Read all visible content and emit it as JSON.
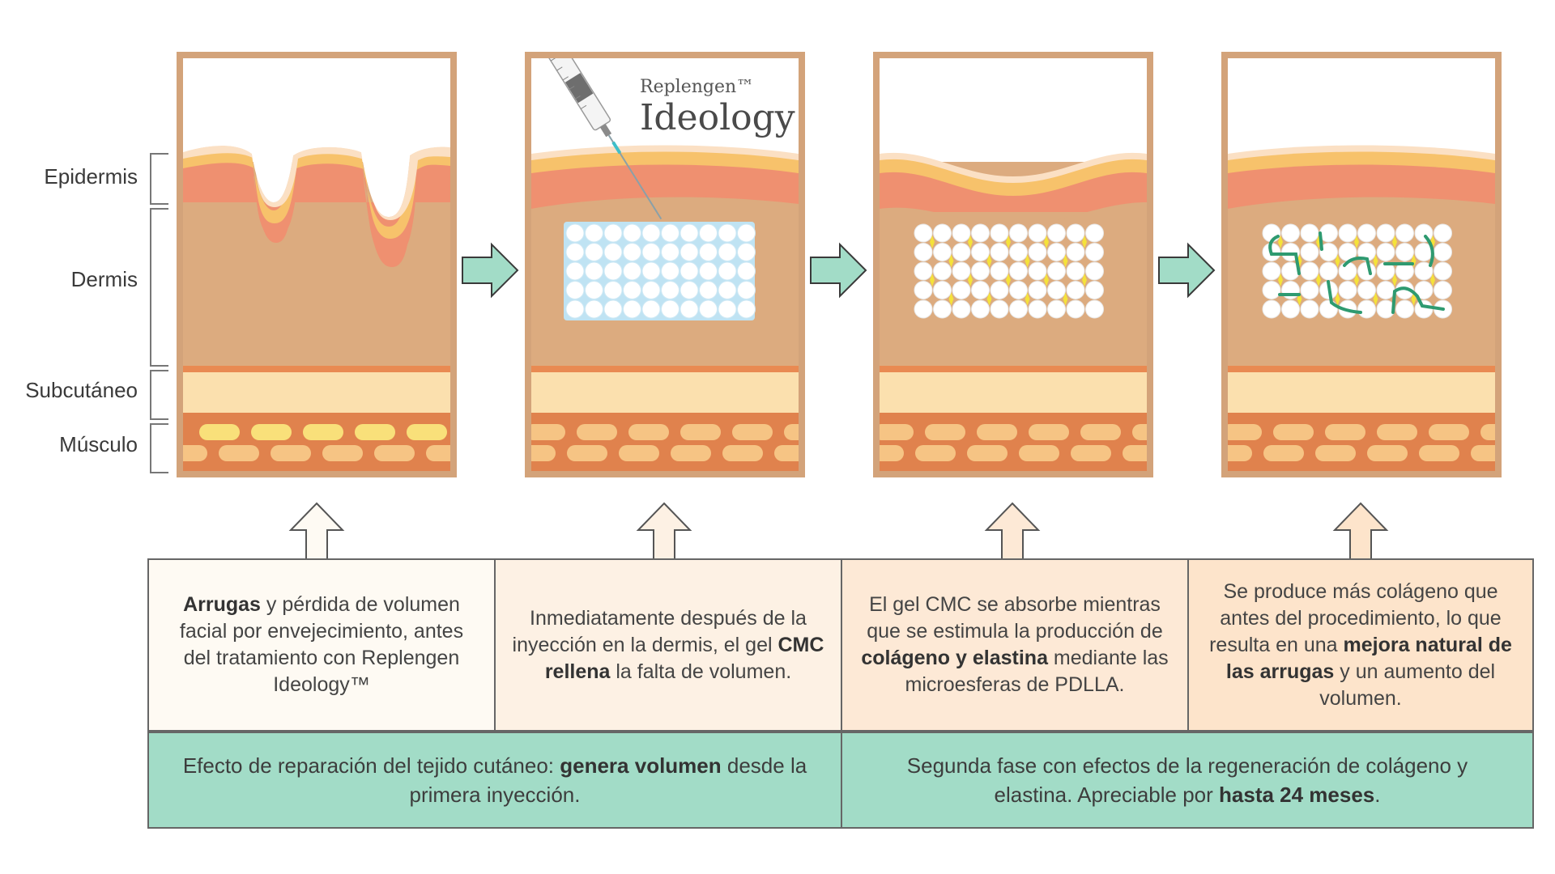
{
  "layers": [
    "Epidermis",
    "Dermis",
    "Subcutáneo",
    "Músculo"
  ],
  "brand": {
    "line1": "Replengen",
    "tm": "™",
    "line2": "Ideology"
  },
  "colors": {
    "frame": "#d3a37a",
    "sky": "#ffffff",
    "epidermis_light": "#fbe0c4",
    "epidermis_yellow": "#f7c26b",
    "epidermis_pink": "#ef9070",
    "dermis": "#dcab7f",
    "subcutaneous": "#fbe0ae",
    "muscle_line": "#e98a52",
    "muscle_bg": "#e0824d",
    "muscle_cell": "#f6c484",
    "muscle_cell_yellow": "#f9e07a",
    "gel_bg": "#bfe3f3",
    "collagen": "#f5e23a",
    "elastin": "#2e9a70",
    "arrow_fill": "#a2dcc7",
    "arrow_stroke": "#3a3a3a",
    "desc_bg_1": "#fefaf3",
    "desc_bg_2": "#fdf1e4",
    "desc_bg_3": "#fde9d6",
    "desc_bg_4": "#fde4cb",
    "bottom_bg": "#a2dcc7"
  },
  "descriptions": [
    {
      "parts": [
        {
          "b": "Arrugas"
        },
        {
          "t": " y pérdida de volumen facial por envejecimiento, antes del tratamiento con Replengen Ideology™"
        }
      ]
    },
    {
      "parts": [
        {
          "t": "Inmediatamente después de la inyección en la dermis, el gel "
        },
        {
          "b": "CMC rellena"
        },
        {
          "t": " la falta de volumen."
        }
      ]
    },
    {
      "parts": [
        {
          "t": "El gel CMC se absorbe mientras que se estimula la producción de "
        },
        {
          "b": "colágeno y elastina"
        },
        {
          "t": " mediante las microesferas de PDLLA."
        }
      ]
    },
    {
      "parts": [
        {
          "t": "Se produce más colágeno que antes del procedimiento, lo que resulta en una "
        },
        {
          "b": "mejora natural de las arrugas"
        },
        {
          "t": " y un aumento del volumen."
        }
      ]
    }
  ],
  "phases": [
    {
      "parts": [
        {
          "t": "Efecto de reparación del tejido cutáneo: "
        },
        {
          "b": "genera volumen"
        },
        {
          "t": " desde la primera inyección."
        }
      ]
    },
    {
      "parts": [
        {
          "t": "Segunda fase con efectos de la regeneración de colágeno y elastina. Apreciable por "
        },
        {
          "b": "hasta 24 meses"
        },
        {
          "t": "."
        }
      ]
    }
  ]
}
